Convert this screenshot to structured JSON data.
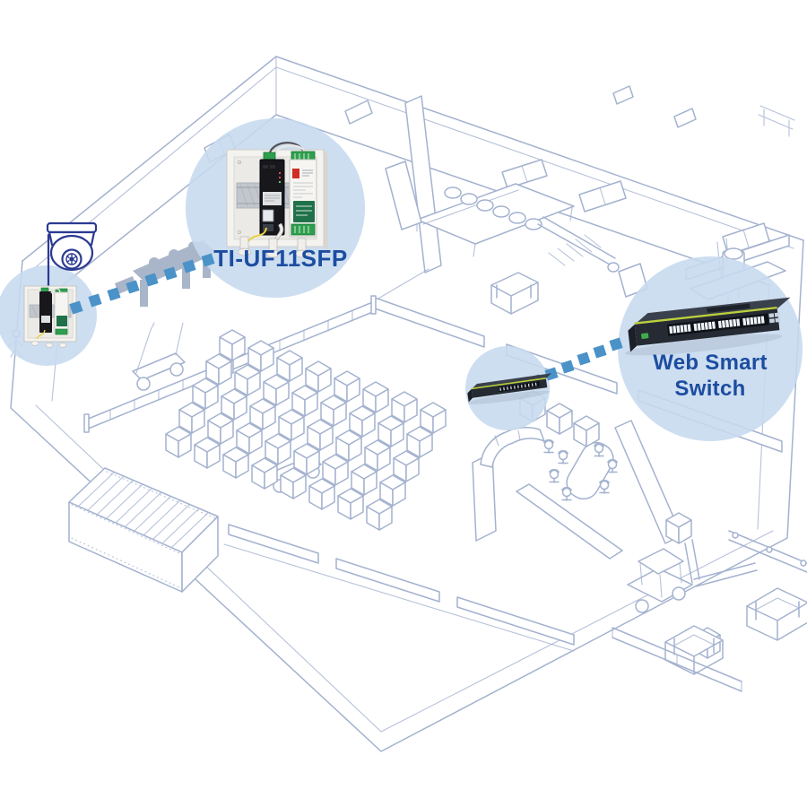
{
  "diagram": {
    "type": "network-application-diagram",
    "scene": "isometric warehouse / factory floor plan line drawing",
    "devices": {
      "camera": "dome surveillance camera on wall",
      "enclosure": "outdoor enclosure with industrial SFP fiber converter and DIN-rail power supply",
      "rack_switch": "24-port rack switch on office floor",
      "links": "dotted fiber links from enclosure to switch"
    }
  },
  "callouts": {
    "converter": {
      "label": "TI-UF11SFP"
    },
    "switch": {
      "label_line1": "Web Smart",
      "label_line2": "Switch"
    }
  },
  "colors": {
    "floorplan_line": "#a4b2cf",
    "floorplan_line_light": "#c2cbdd",
    "silhouette_fill": "#a9b5c8",
    "callout_fill": "#c6daef",
    "dotted_link": "#4a92c8",
    "label_text": "#1c4da0",
    "camera_line": "#2b3a92",
    "switch_body": "#262b33",
    "switch_top": "#3a414c",
    "switch_stripe": "#bccf3c",
    "switch_logo_green": "#3fae49",
    "enclosure_body": "#f4f3f0",
    "device_body": "#17171c",
    "psu_green": "#2f9e4e",
    "psu_label_green": "#20714a",
    "psu_red": "#cf2d26",
    "wire_yellow": "#e9d23e"
  }
}
